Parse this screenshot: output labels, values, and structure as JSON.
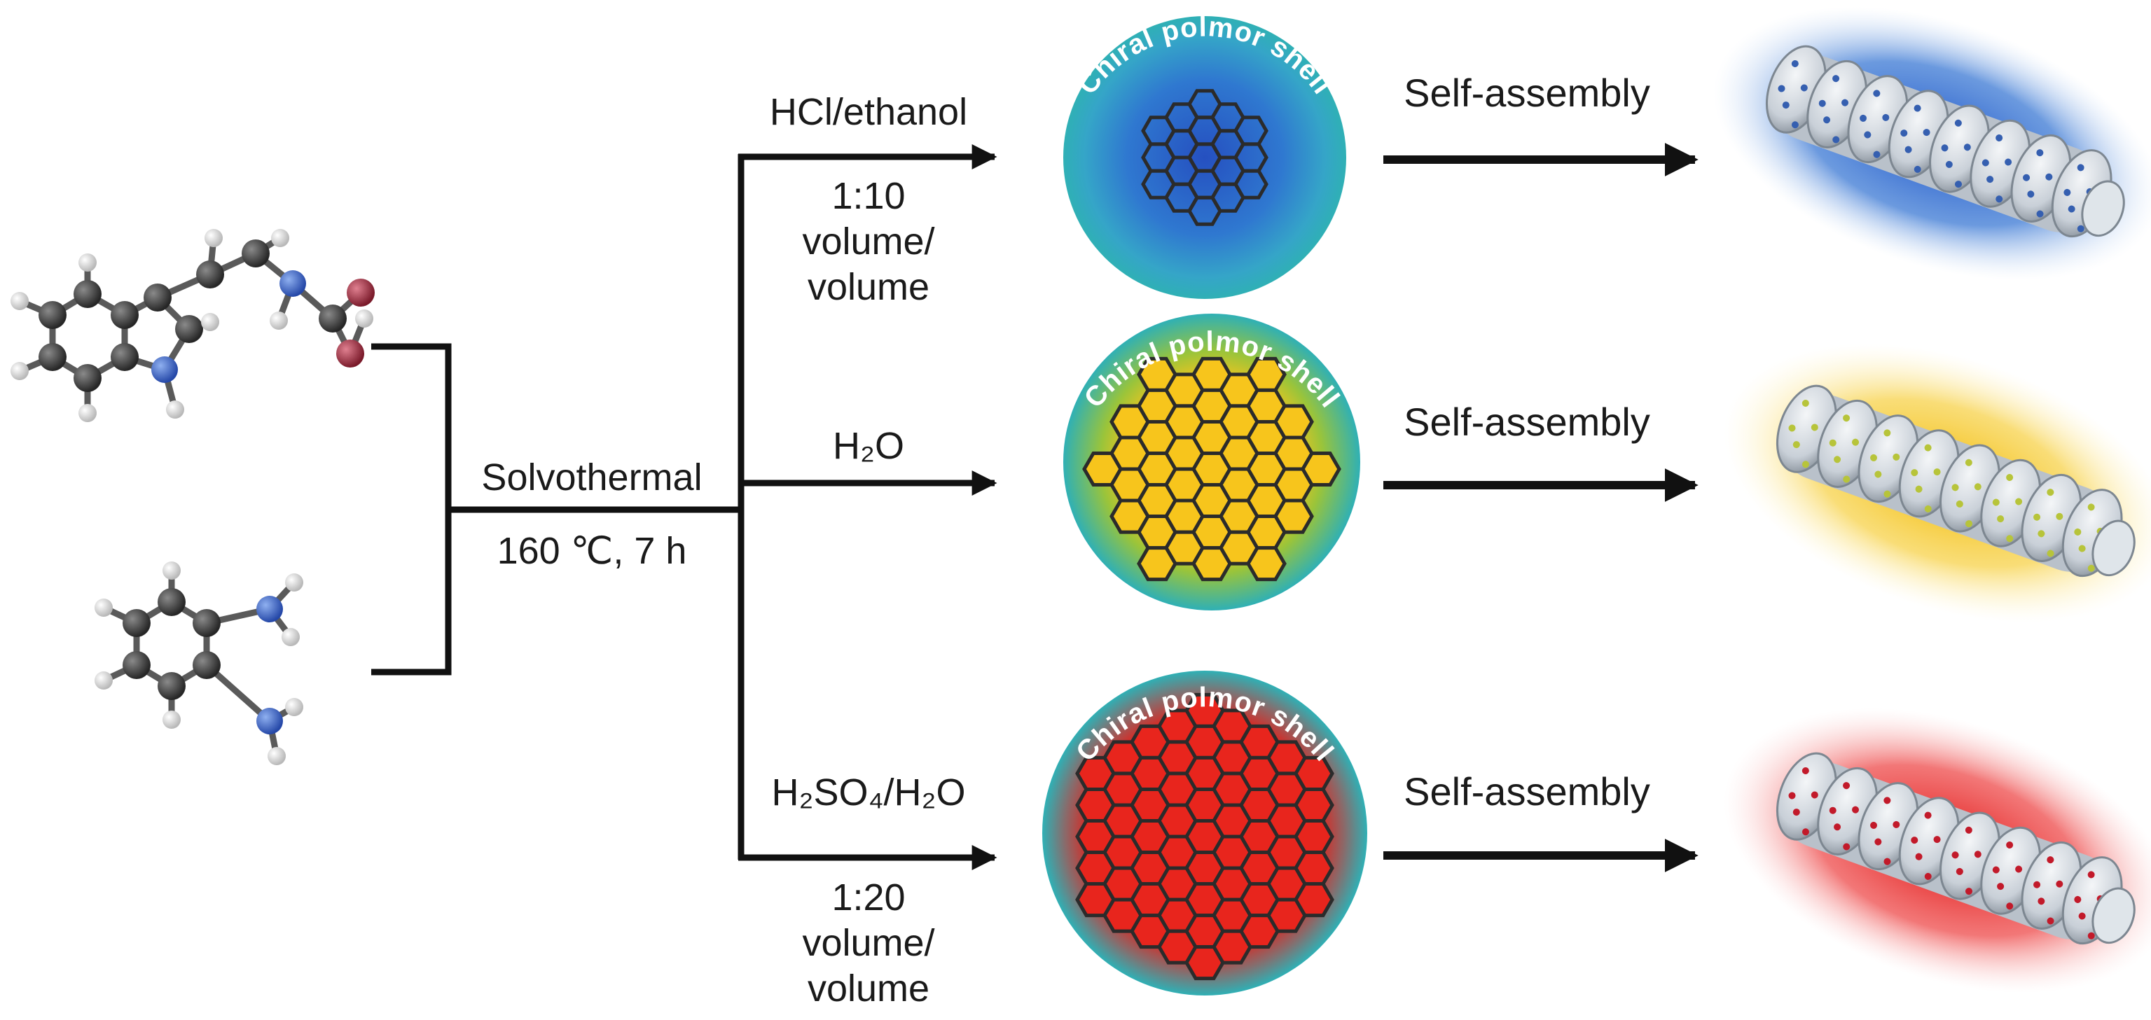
{
  "reaction": {
    "method": "Solvothermal",
    "conditions": "160 ℃, 7 h"
  },
  "branches": [
    {
      "id": "blue",
      "solvent_html": "HCl/ethanol",
      "ratio": "1:10",
      "ratio_unit_line1": "volume/",
      "ratio_unit_line2": "volume",
      "shell_label": "Chiral polmor shell",
      "assembly_label": "Self-assembly",
      "color": "#2a63c8"
    },
    {
      "id": "yellow",
      "solvent_html": "H₂O",
      "ratio": "",
      "ratio_unit_line1": "",
      "ratio_unit_line2": "",
      "shell_label": "Chiral polmor shell",
      "assembly_label": "Self-assembly",
      "color": "#f2c21a"
    },
    {
      "id": "red",
      "solvent_html": "H₂SO₄/H₂O",
      "ratio": "1:20",
      "ratio_unit_line1": "volume/",
      "ratio_unit_line2": "volume",
      "shell_label": "Chiral polmor shell",
      "assembly_label": "Self-assembly",
      "color": "#e0241c"
    }
  ],
  "colors": {
    "shell": "#2fb0b5",
    "arrow": "#111111",
    "carbon": "#3a3a3a",
    "nitrogen": "#3a66c8",
    "oxygen": "#b23a4a",
    "hydrogen": "#f2f2f2"
  }
}
